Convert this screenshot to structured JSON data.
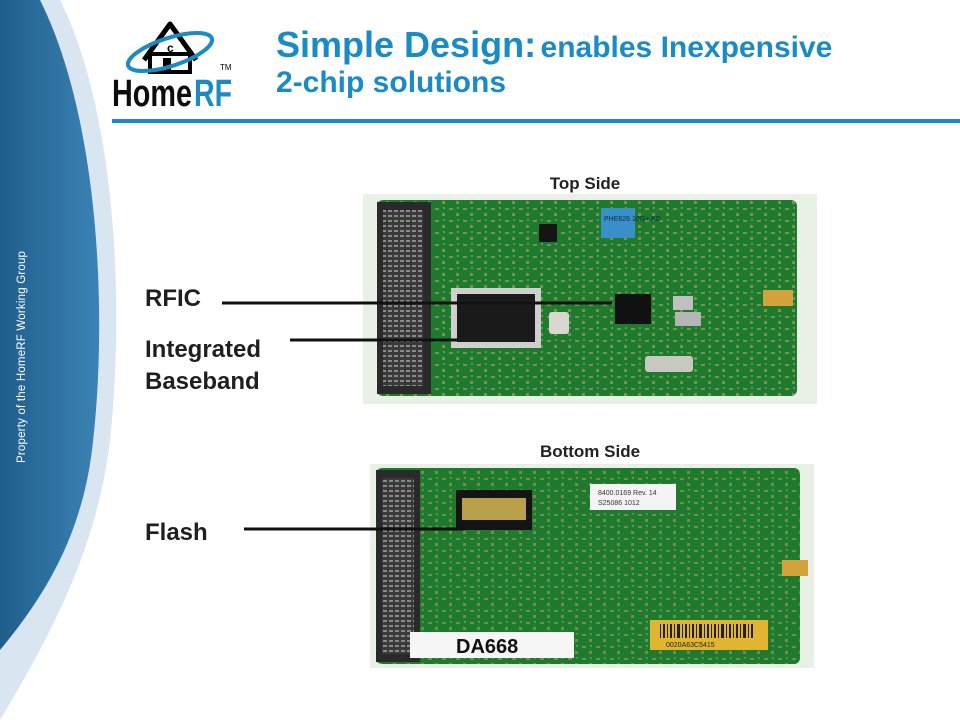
{
  "slide": {
    "vertical_note": "Property of the HomeRF Working Group",
    "title_main": "Simple Design:",
    "title_sub": "enables Inexpensive",
    "title_line2": "2-chip solutions"
  },
  "logo": {
    "text": "HomeRF",
    "tm": "TM"
  },
  "boards": {
    "top_label": "Top Side",
    "bottom_label": "Bottom Side",
    "top_chip_mark": "PHE626 10G+ KD",
    "bottom_sticker_line1": "8400.0169 Rev. 14",
    "bottom_sticker_line2": "S25086 1012",
    "bottom_id_label": "DA668",
    "barcode_text": "0020A63C5415"
  },
  "callouts": {
    "rfic": "RFIC",
    "baseband_line1": "Integrated",
    "baseband_line2": "Baseband",
    "flash": "Flash"
  },
  "colors": {
    "accent": "#1a8bc4",
    "side_blue": "#2c6a99",
    "pcb_green": "#1e7a2e"
  }
}
